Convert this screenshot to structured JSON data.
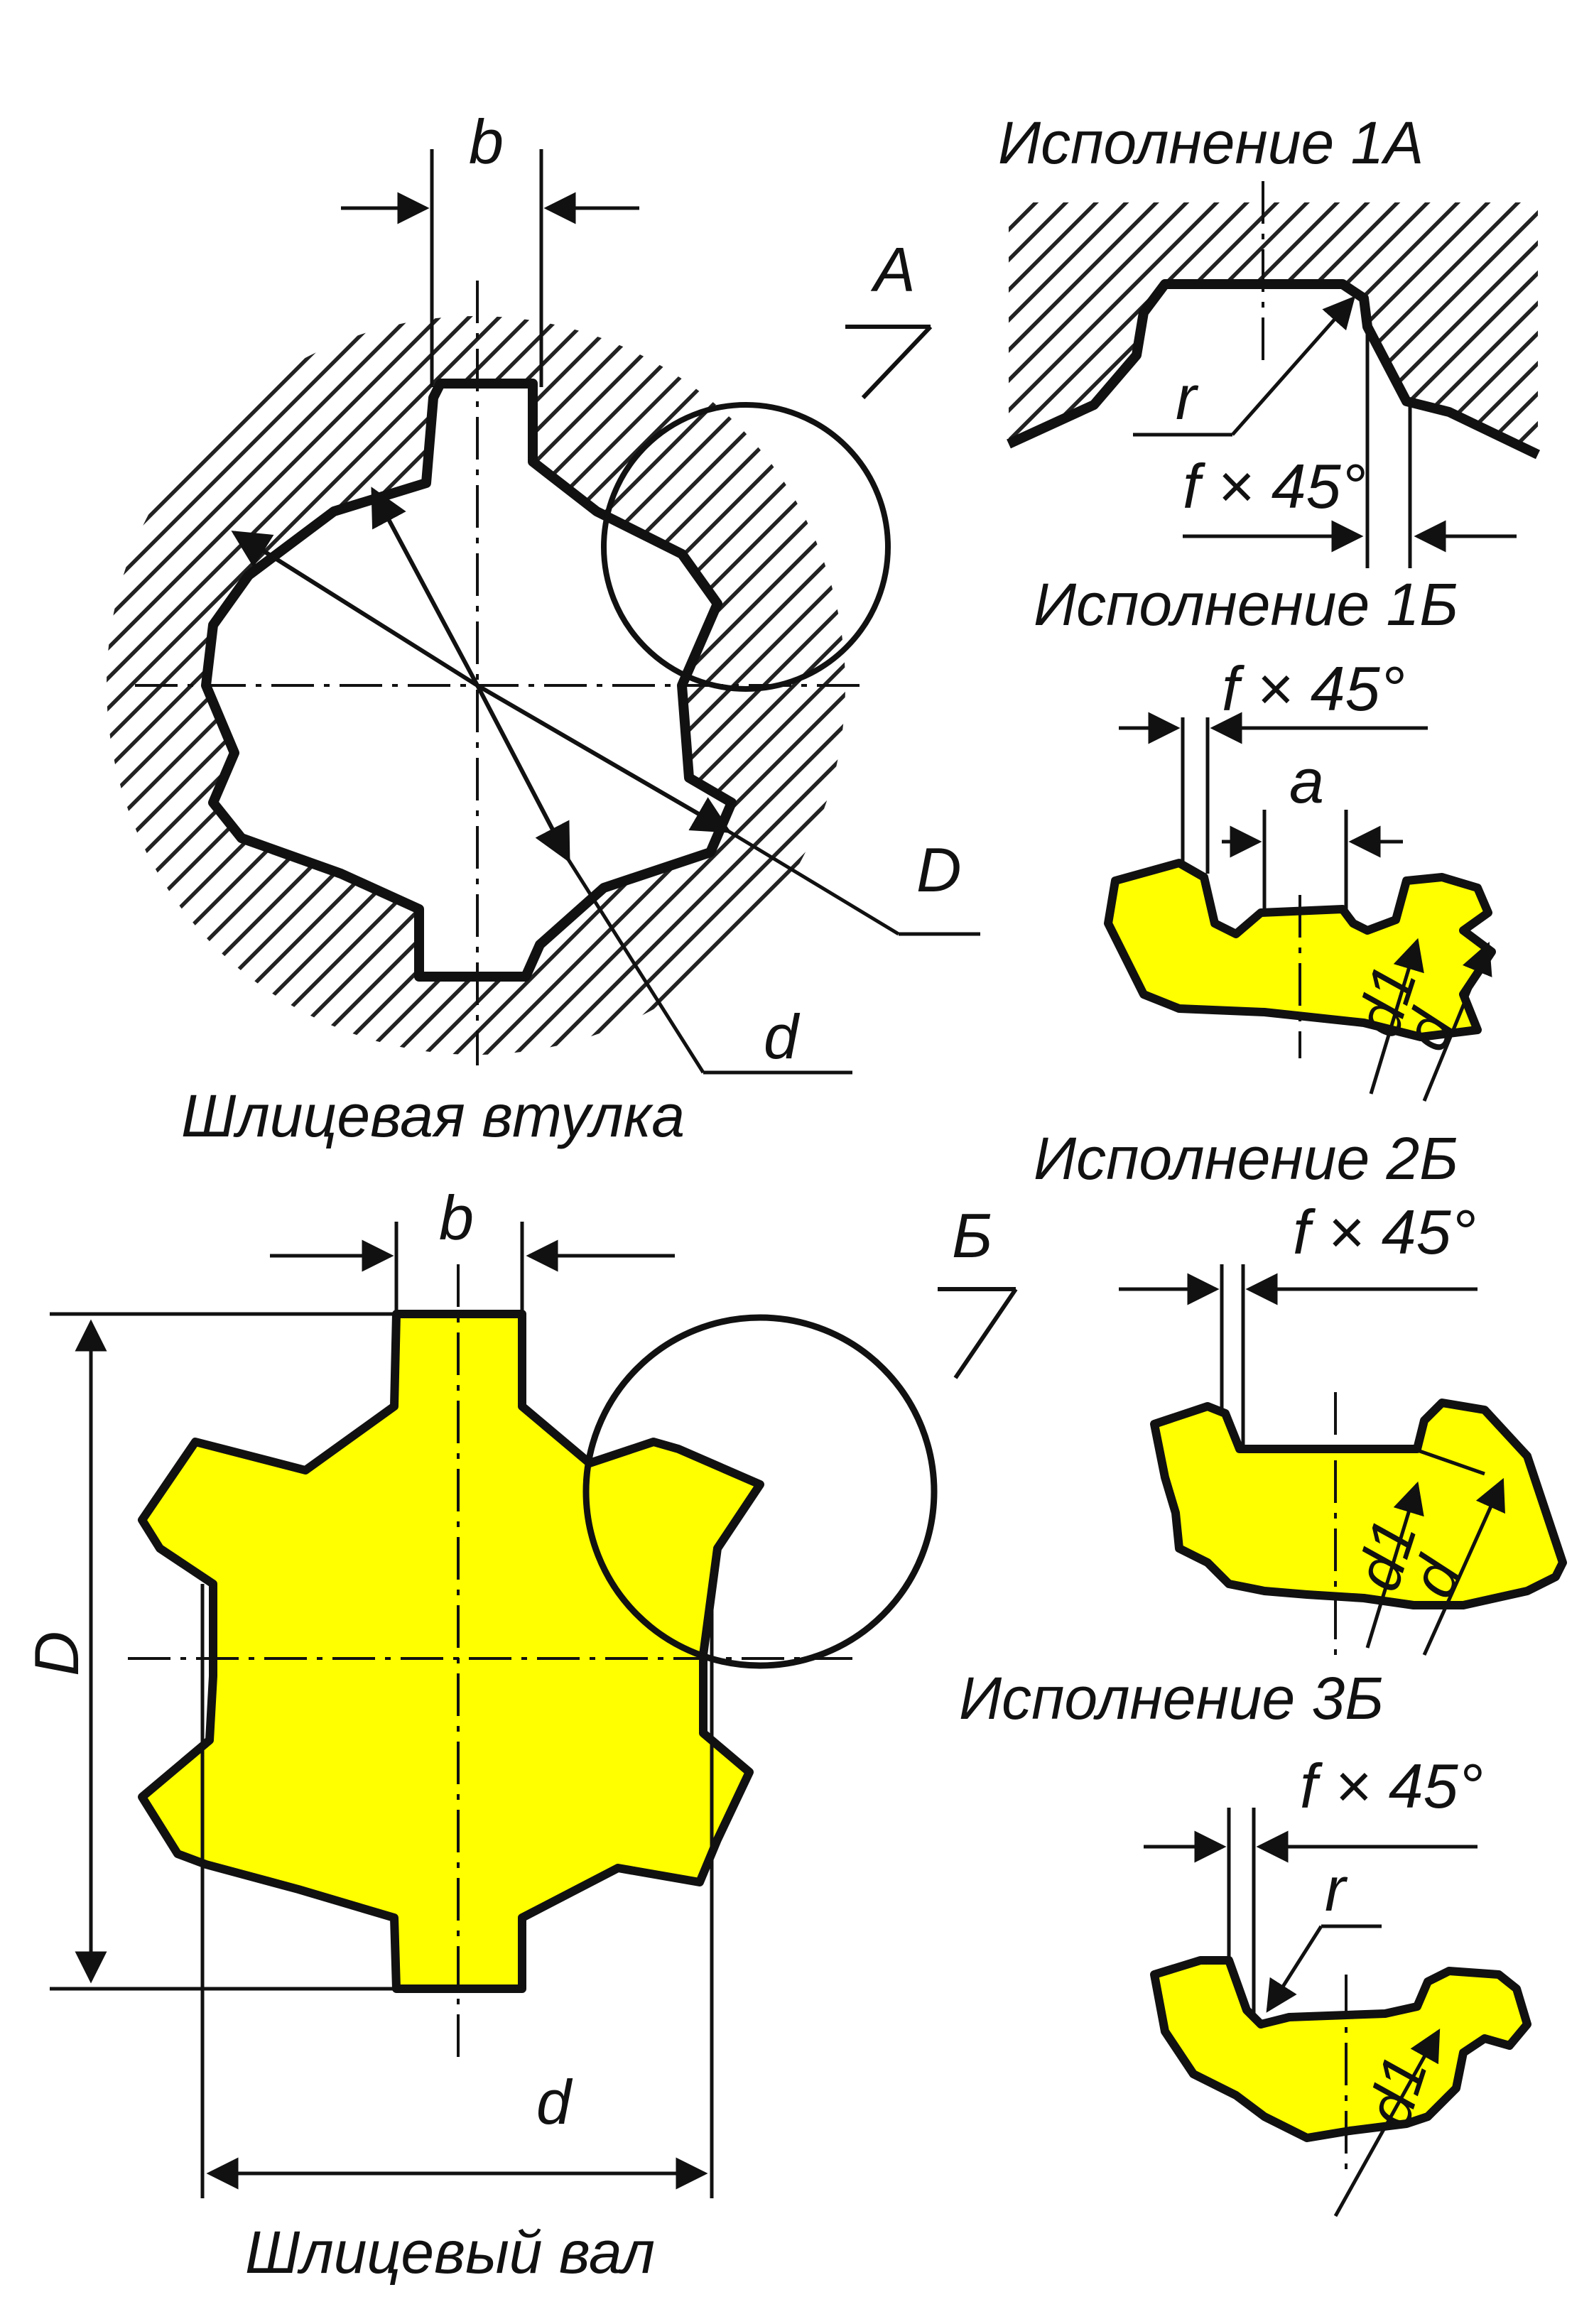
{
  "hub": {
    "caption": "Шлицевая втулка",
    "label_b": "b",
    "label_D": "D",
    "label_d": "d",
    "callout": "A"
  },
  "shaft": {
    "caption": "Шлицевый вал",
    "label_b": "b",
    "label_D": "D",
    "label_d": "d",
    "callout": "Б"
  },
  "variants": {
    "v1a": {
      "title": "Исполнение 1А",
      "label_r": "r",
      "label_f": "f × 45°"
    },
    "v1b": {
      "title": "Исполнение 1Б",
      "label_f": "f × 45°",
      "label_a": "a",
      "label_d1": "d1",
      "label_d": "d"
    },
    "v2b": {
      "title": "Исполнение 2Б",
      "label_f": "f × 45°",
      "label_d1": "d1",
      "label_d": "d"
    },
    "v3b": {
      "title": "Исполнение 3Б",
      "label_f": "f × 45°",
      "label_r": "r",
      "label_d1": "d1"
    }
  },
  "colors": {
    "fill": "#ffff00",
    "line": "#111111",
    "hatch": "#222222"
  }
}
